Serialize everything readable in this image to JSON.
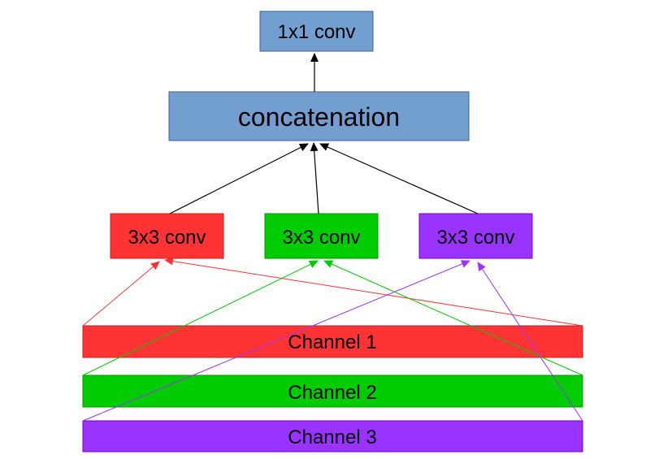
{
  "colors": {
    "blue_box": "#729fcf",
    "blue_border": "#3465a4",
    "red": "#ff3333",
    "green": "#00cc00",
    "purple": "#9933ff",
    "arrow": "#000000"
  },
  "nodes": {
    "top_conv": {
      "label": "1x1 conv"
    },
    "concat": {
      "label": "concatenation"
    },
    "conv_red": {
      "label": "3x3 conv"
    },
    "conv_green": {
      "label": "3x3 conv"
    },
    "conv_purple": {
      "label": "3x3 conv"
    },
    "channel_1": {
      "label": "Channel 1"
    },
    "channel_2": {
      "label": "Channel 2"
    },
    "channel_3": {
      "label": "Channel 3"
    }
  }
}
